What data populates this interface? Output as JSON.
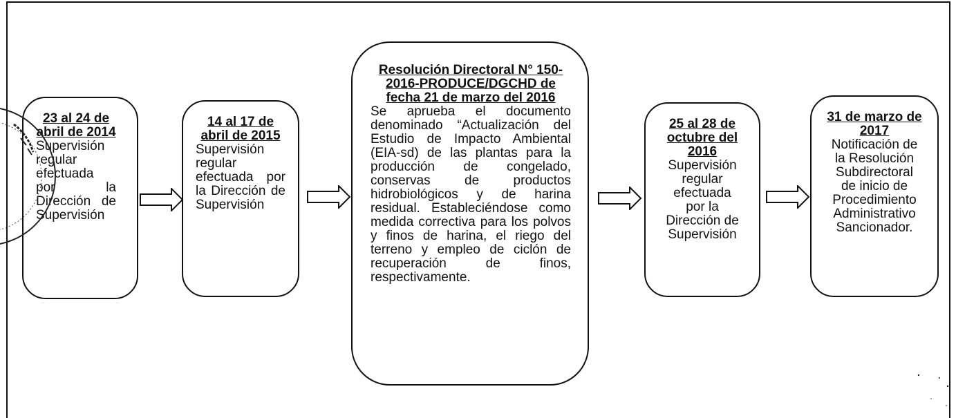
{
  "steps": [
    {
      "heading": "23 al 24 de abril de 2014",
      "text": "Supervisión regular efectuada por la Dirección de Supervisión"
    },
    {
      "heading": "14 al 17 de abril de 2015",
      "text": "Supervisión regular efectuada por la Dirección de Supervisión"
    },
    {
      "heading": "Resolución Directoral N° 150-2016-PRODUCE/DGCHD de fecha 21 de marzo del 2016",
      "text": "Se aprueba el documento denominado “Actualización del Estudio de Impacto Ambiental (EIA-sd) de las plantas para la producción de congelado, conservas de productos hidrobiológicos y de harina residual. Estableciéndose como medida correctiva para los polvos y finos de harina, el riego del terreno y empleo de ciclón de recuperación de finos, respectivamente."
    },
    {
      "heading": "25 al 28 de octubre del 2016",
      "text": "Supervisión regular efectuada por la Dirección de Supervisión"
    },
    {
      "heading": "31 de marzo de 2017",
      "text": "Notificación de la Resolución Subdirectoral de inicio de Procedimiento Administrativo Sancionador."
    }
  ],
  "arrow_icon": "right-arrow-icon",
  "stamp_icon": "official-seal-icon",
  "colors": {
    "ink": "#111111",
    "background": "#ffffff"
  }
}
